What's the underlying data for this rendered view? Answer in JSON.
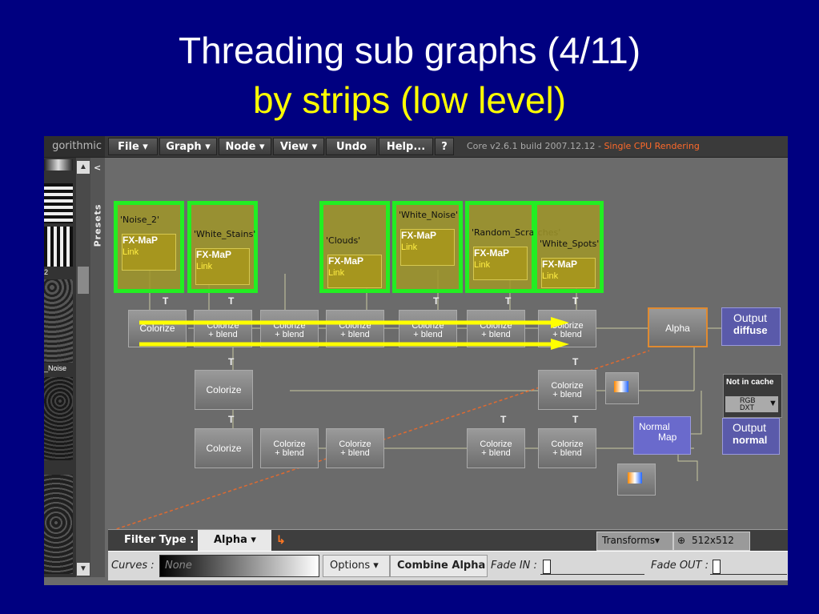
{
  "slide": {
    "title": "Threading sub graphs (4/11)",
    "subtitle": "by strips (low level)"
  },
  "app": {
    "logo": "gorithmic",
    "menu": [
      "File ▾",
      "Graph ▾",
      "Node ▾",
      "View ▾",
      "Undo",
      "Help...",
      "?"
    ],
    "core_text": "Core v2.6.1 build 2007.12.12 - ",
    "core_highlight": "Single CPU Rendering",
    "presets_label": "Presets",
    "left_labels": [
      "2",
      "_Noise"
    ]
  },
  "fx_nodes": [
    {
      "name": "'Noise_2'",
      "label": "FX-MaP",
      "link": "Link"
    },
    {
      "name": "'White_Stains'",
      "label": "FX-MaP",
      "link": "Link"
    },
    {
      "name": "'Clouds'",
      "label": "FX-MaP",
      "link": "Link"
    },
    {
      "name": "'White_Noise'",
      "label": "FX-MaP",
      "link": "Link"
    },
    {
      "name": "'Random_Scratches'",
      "label": "FX-MaP",
      "link": "Link"
    },
    {
      "name": "'White_Spots'",
      "label": "FX-MaP",
      "link": "Link"
    }
  ],
  "nodes": {
    "colorize": "Colorize",
    "colorize_blend_1": "Colorize",
    "colorize_blend_2": "+ blend",
    "t": "T",
    "alpha": "Alpha",
    "normal_map_1": "Normal",
    "normal_map_2": "Map"
  },
  "outputs": [
    {
      "title": "Output",
      "sub": "diffuse"
    },
    {
      "title": "Output",
      "sub": "normal"
    }
  ],
  "cache": {
    "label": "Not in cache",
    "format1": "RGB",
    "format2": "DXT"
  },
  "filter_bar": {
    "label": "Filter Type :",
    "value": "Alpha ▾",
    "transforms": "Transforms▾",
    "size": "512x512"
  },
  "curves_bar": {
    "curves_label": "Curves :",
    "curves_value": "None",
    "options": "Options ▾",
    "combine": "Combine Alpha",
    "fade_in": "Fade IN :",
    "fade_out": "Fade OUT :"
  },
  "colors": {
    "background": "#000080",
    "title": "#ffffff",
    "subtitle": "#ffff00",
    "highlight": "#22ee22",
    "arrow": "#ffff00"
  }
}
